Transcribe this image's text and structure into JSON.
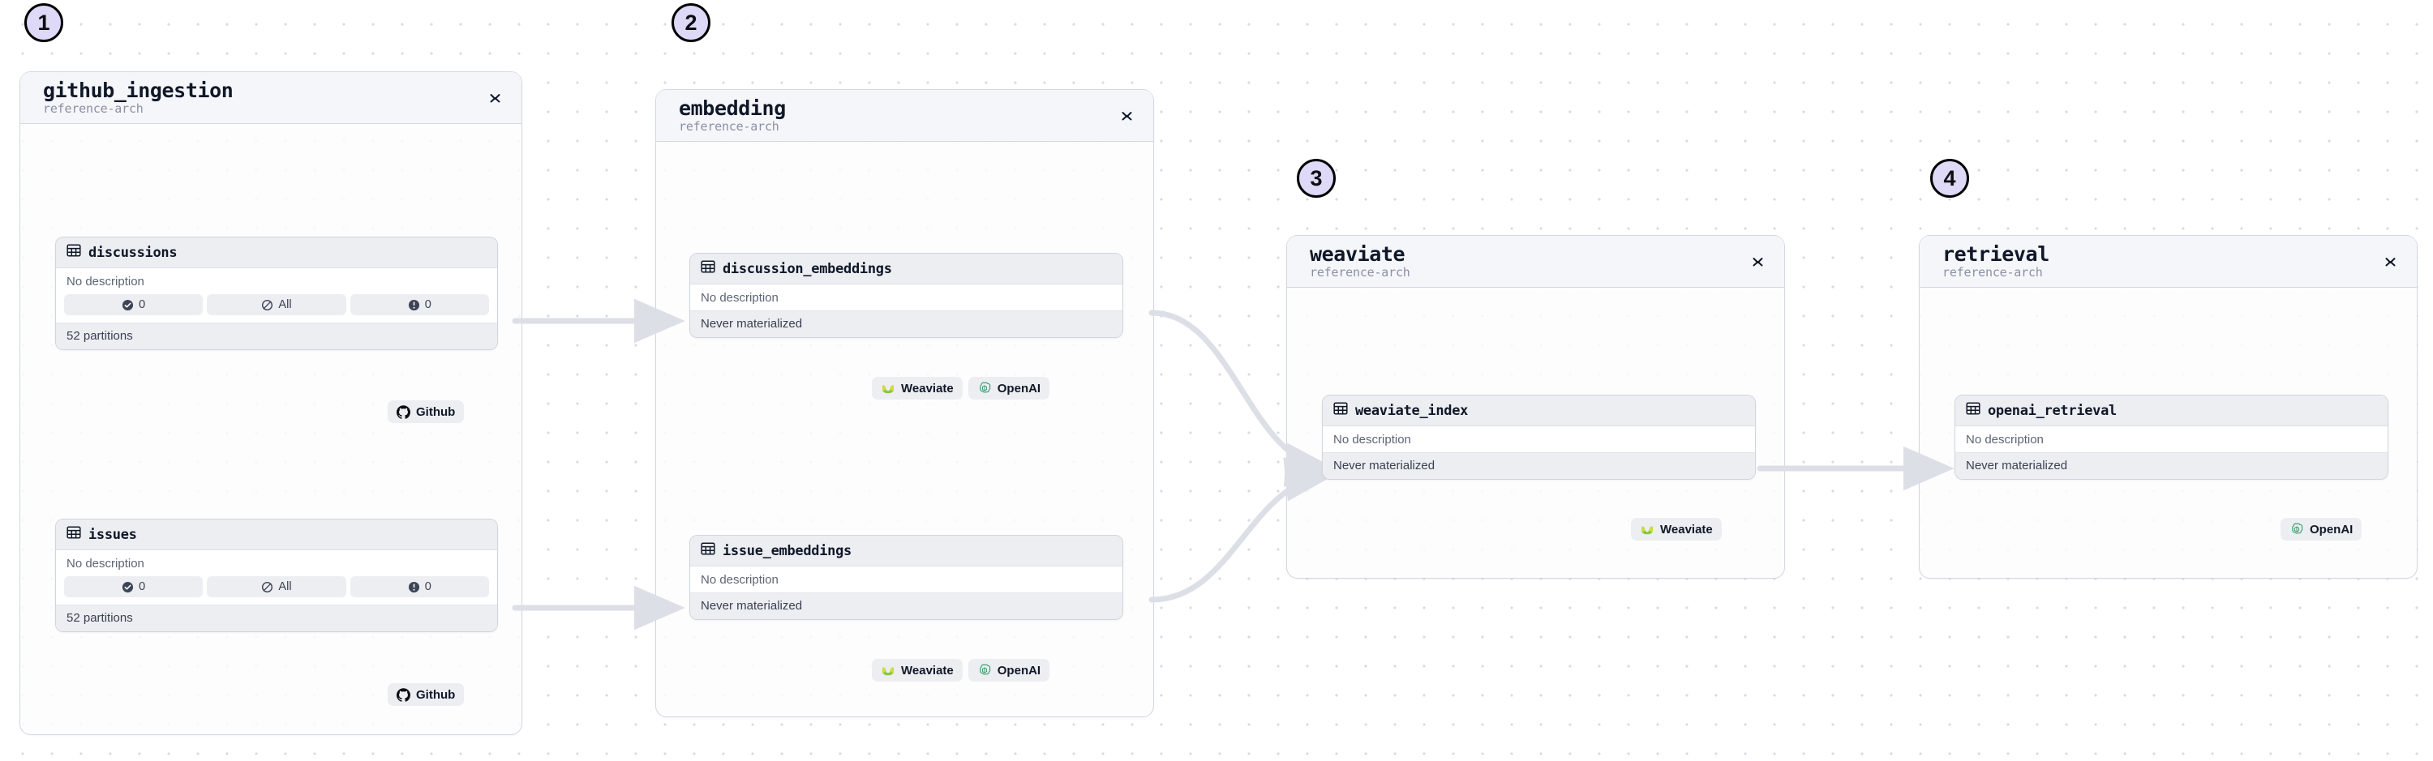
{
  "canvas": {
    "background_color": "#ffffff",
    "dot_color": "#d8dae3",
    "edge_color": "#dcdfe6",
    "accent_badge_fill": "#ddd9f7",
    "accent_badge_border": "#000000"
  },
  "steps": [
    {
      "number": "1"
    },
    {
      "number": "2"
    },
    {
      "number": "3"
    },
    {
      "number": "4"
    }
  ],
  "groups": [
    {
      "id": "github_ingestion",
      "title": "github_ingestion",
      "subtitle": "reference-arch",
      "collapse_icon": "chevron-expand-icon"
    },
    {
      "id": "embedding",
      "title": "embedding",
      "subtitle": "reference-arch",
      "collapse_icon": "chevron-expand-icon"
    },
    {
      "id": "weaviate",
      "title": "weaviate",
      "subtitle": "reference-arch",
      "collapse_icon": "chevron-expand-icon"
    },
    {
      "id": "retrieval",
      "title": "retrieval",
      "subtitle": "reference-arch",
      "collapse_icon": "chevron-expand-icon"
    }
  ],
  "assets": {
    "discussions": {
      "name": "discussions",
      "icon": "table-icon",
      "description": "No description",
      "partitions": "52 partitions",
      "pills": [
        {
          "icon": "check-circle-icon",
          "label": "0"
        },
        {
          "icon": "slash-circle-icon",
          "label": "All"
        },
        {
          "icon": "exclamation-circle-icon",
          "label": "0"
        }
      ]
    },
    "issues": {
      "name": "issues",
      "icon": "table-icon",
      "description": "No description",
      "partitions": "52 partitions",
      "pills": [
        {
          "icon": "check-circle-icon",
          "label": "0"
        },
        {
          "icon": "slash-circle-icon",
          "label": "All"
        },
        {
          "icon": "exclamation-circle-icon",
          "label": "0"
        }
      ]
    },
    "discussion_embeddings": {
      "name": "discussion_embeddings",
      "icon": "table-icon",
      "description": "No description",
      "status": "Never materialized"
    },
    "issue_embeddings": {
      "name": "issue_embeddings",
      "icon": "table-icon",
      "description": "No description",
      "status": "Never materialized"
    },
    "weaviate_index": {
      "name": "weaviate_index",
      "icon": "table-icon",
      "description": "No description",
      "status": "Never materialized"
    },
    "openai_retrieval": {
      "name": "openai_retrieval",
      "icon": "table-icon",
      "description": "No description",
      "status": "Never materialized"
    }
  },
  "tags": {
    "github": {
      "label": "Github",
      "icon": "github-icon"
    },
    "weaviate": {
      "label": "Weaviate",
      "icon": "weaviate-icon"
    },
    "openai": {
      "label": "OpenAI",
      "icon": "openai-icon"
    }
  }
}
